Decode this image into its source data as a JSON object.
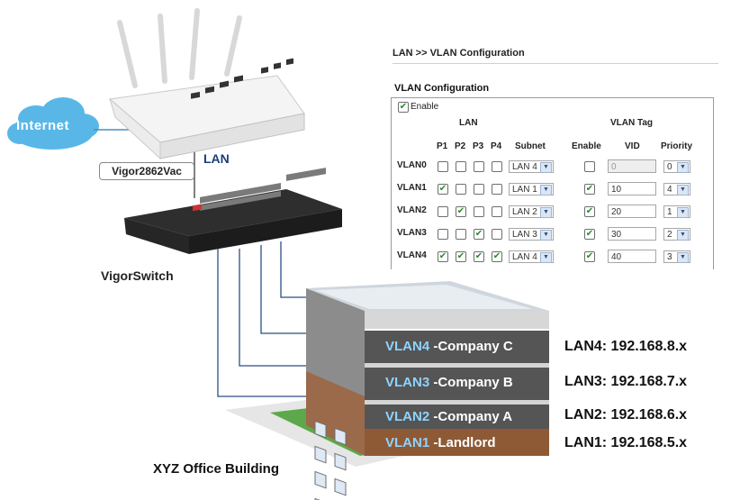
{
  "devices": {
    "cloud_label": "Internet",
    "router_model": "Vigor2862Vac",
    "router_lan_label": "LAN",
    "switch_label": "VigorSwitch",
    "building_label": "XYZ Office Building"
  },
  "config": {
    "breadcrumb": "LAN >> VLAN Configuration",
    "title": "VLAN Configuration",
    "enable_label": "Enable",
    "enable_checked": true,
    "group_lan": "LAN",
    "group_vlan_tag": "VLAN Tag",
    "headers": {
      "p1": "P1",
      "p2": "P2",
      "p3": "P3",
      "p4": "P4",
      "subnet": "Subnet",
      "enable": "Enable",
      "vid": "VID",
      "priority": "Priority"
    },
    "rows": [
      {
        "name": "VLAN0",
        "ports": [
          false,
          false,
          false,
          false
        ],
        "subnet": "LAN 4",
        "tag_enable": false,
        "vid": "0",
        "vid_disabled": true,
        "priority": "0"
      },
      {
        "name": "VLAN1",
        "ports": [
          true,
          false,
          false,
          false
        ],
        "subnet": "LAN 1",
        "tag_enable": true,
        "vid": "10",
        "vid_disabled": false,
        "priority": "4"
      },
      {
        "name": "VLAN2",
        "ports": [
          false,
          true,
          false,
          false
        ],
        "subnet": "LAN 2",
        "tag_enable": true,
        "vid": "20",
        "vid_disabled": false,
        "priority": "1"
      },
      {
        "name": "VLAN3",
        "ports": [
          false,
          false,
          true,
          false
        ],
        "subnet": "LAN 3",
        "tag_enable": true,
        "vid": "30",
        "vid_disabled": false,
        "priority": "2"
      },
      {
        "name": "VLAN4",
        "ports": [
          true,
          true,
          true,
          true
        ],
        "subnet": "LAN 4",
        "tag_enable": true,
        "vid": "40",
        "vid_disabled": false,
        "priority": "3"
      }
    ]
  },
  "floors": [
    {
      "vlan": "VLAN4",
      "tenant": "-Company C",
      "lan": "LAN4: 192.168.8.x",
      "color": "#5a5a5a"
    },
    {
      "vlan": "VLAN3",
      "tenant": "-Company B",
      "lan": "LAN3: 192.168.7.x",
      "color": "#5a5a5a"
    },
    {
      "vlan": "VLAN2",
      "tenant": "-Company A",
      "lan": "LAN2: 192.168.6.x",
      "color": "#5a5a5a"
    },
    {
      "vlan": "VLAN1",
      "tenant": "-Landlord",
      "lan": "LAN1: 192.168.5.x",
      "color": "#9b5a32"
    }
  ]
}
